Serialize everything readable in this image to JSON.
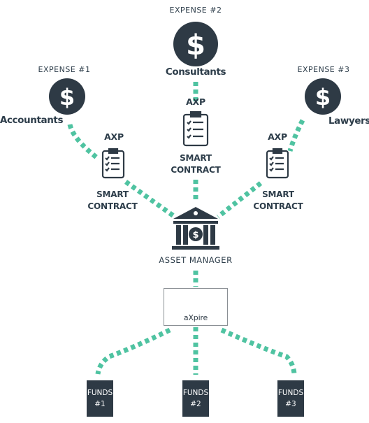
{
  "colors": {
    "dark": "#2e3a45",
    "connector": "#4fc3a1",
    "brand_blue": "#2e6bd9"
  },
  "expenses": [
    {
      "label": "EXPENSE #1",
      "role": "Accountants",
      "icon": "dollar-icon"
    },
    {
      "label": "EXPENSE #2",
      "role": "Consultants",
      "icon": "dollar-icon"
    },
    {
      "label": "EXPENSE #3",
      "role": "Lawyers",
      "icon": "dollar-icon"
    }
  ],
  "contracts": [
    {
      "axp": "AXP",
      "line1": "SMART",
      "line2": "CONTRACT",
      "icon": "clipboard-checklist-icon"
    },
    {
      "axp": "AXP",
      "line1": "SMART",
      "line2": "CONTRACT",
      "icon": "clipboard-checklist-icon"
    },
    {
      "axp": "AXP",
      "line1": "SMART",
      "line2": "CONTRACT",
      "icon": "clipboard-checklist-icon"
    }
  ],
  "asset_manager": {
    "label": "ASSET MANAGER",
    "icon": "bank-icon"
  },
  "axpire": {
    "name": "aXpire"
  },
  "funds": [
    {
      "line1": "FUNDS",
      "line2": "#1"
    },
    {
      "line1": "FUNDS",
      "line2": "#2"
    },
    {
      "line1": "FUNDS",
      "line2": "#3"
    }
  ]
}
